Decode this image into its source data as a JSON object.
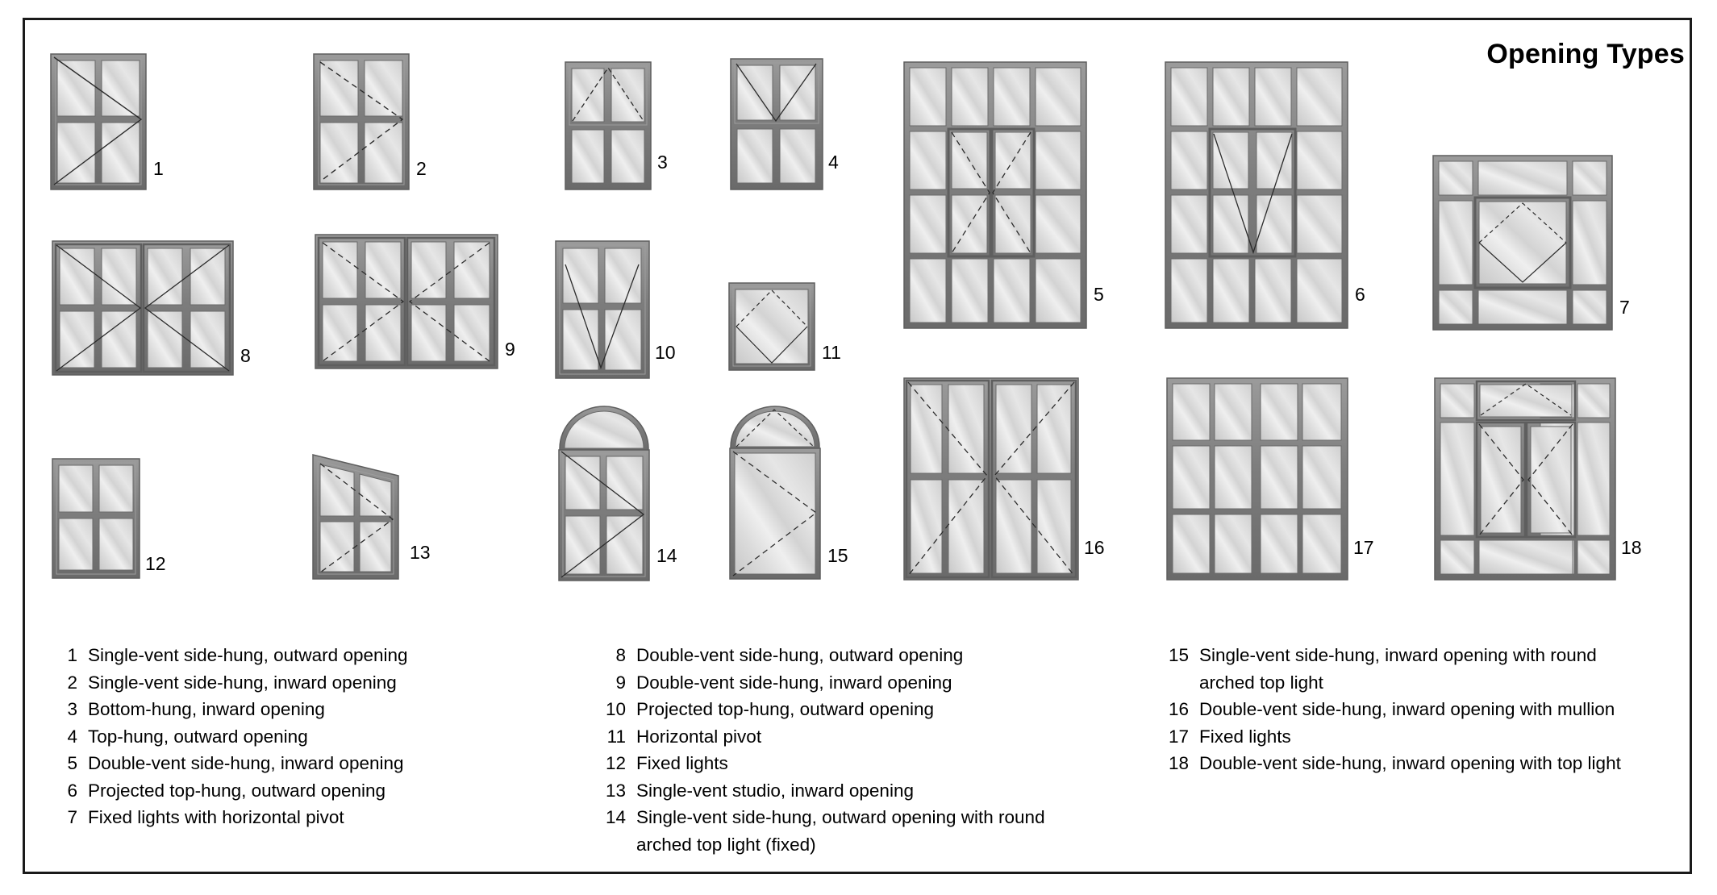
{
  "title": "Opening Types",
  "figure_numbers": [
    "1",
    "2",
    "3",
    "4",
    "5",
    "6",
    "7",
    "8",
    "9",
    "10",
    "11",
    "12",
    "13",
    "14",
    "15",
    "16",
    "17",
    "18"
  ],
  "legend": {
    "columns": [
      {
        "items": [
          {
            "num": "1",
            "text": "Single-vent side-hung, outward opening"
          },
          {
            "num": "2",
            "text": "Single-vent side-hung, inward opening"
          },
          {
            "num": "3",
            "text": "Bottom-hung, inward opening"
          },
          {
            "num": "4",
            "text": "Top-hung, outward opening"
          },
          {
            "num": "5",
            "text": "Double-vent side-hung, inward opening"
          },
          {
            "num": "6",
            "text": "Projected top-hung, outward opening"
          },
          {
            "num": "7",
            "text": "Fixed lights with horizontal pivot"
          }
        ]
      },
      {
        "items": [
          {
            "num": "8",
            "text": "Double-vent side-hung, outward opening"
          },
          {
            "num": "9",
            "text": "Double-vent side-hung, inward opening"
          },
          {
            "num": "10",
            "text": "Projected top-hung, outward opening"
          },
          {
            "num": "11",
            "text": "Horizontal pivot"
          },
          {
            "num": "12",
            "text": "Fixed lights"
          },
          {
            "num": "13",
            "text": "Single-vent studio, inward opening"
          },
          {
            "num": "14",
            "text": "Single-vent side-hung, outward opening with round arched top light (fixed)"
          }
        ]
      },
      {
        "items": [
          {
            "num": "15",
            "text": "Single-vent side-hung, inward opening with round arched top light"
          },
          {
            "num": "16",
            "text": "Double-vent side-hung, inward opening with mullion"
          },
          {
            "num": "17",
            "text": "Fixed lights"
          },
          {
            "num": "18",
            "text": "Double-vent side-hung, inward opening with top light"
          }
        ]
      }
    ]
  },
  "colors": {
    "frame_dark": "#6f6f6f",
    "frame_mid": "#8a8a8a",
    "frame_light": "#a8a8a8",
    "glass_light": "#ececec",
    "glass_mid": "#d4d4d4",
    "glass_dark": "#c2c2c2",
    "line": "#2b2b2b",
    "border": "#1a1a1a",
    "background": "#ffffff"
  },
  "symbols": {
    "solid_line": "outward opening",
    "dashed_line": "inward opening",
    "chevron_right": "side-hung hinge",
    "chevron_up": "bottom-hung",
    "chevron_down": "top-hung",
    "diamond": "horizontal pivot"
  }
}
